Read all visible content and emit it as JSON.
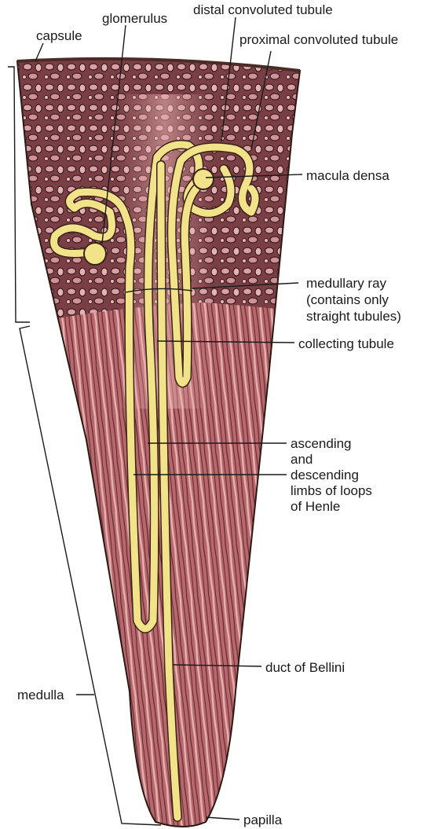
{
  "labels": {
    "capsule": "capsule",
    "glomerulus": "glomerulus",
    "distal": "distal convoluted tubule",
    "proximal": "proximal convoluted tubule",
    "macula": "macula densa",
    "ray1": "medullary ray",
    "ray2": "(contains only",
    "ray3": "straight tubules)",
    "collecting": "collecting tubule",
    "henle1": "ascending",
    "henle2": "and",
    "henle3": "descending",
    "henle4": "limbs of loops",
    "henle5": "of Henle",
    "bellini": "duct of Bellini",
    "medulla": "medulla",
    "papilla": "papilla"
  },
  "colors": {
    "cortex": "#6e3a3f",
    "cortex_light": "#c98f93",
    "medulla": "#b86a6e",
    "medulla_light": "#e0a6a6",
    "tubule": "#f2e28a",
    "outline": "#3a2418"
  }
}
